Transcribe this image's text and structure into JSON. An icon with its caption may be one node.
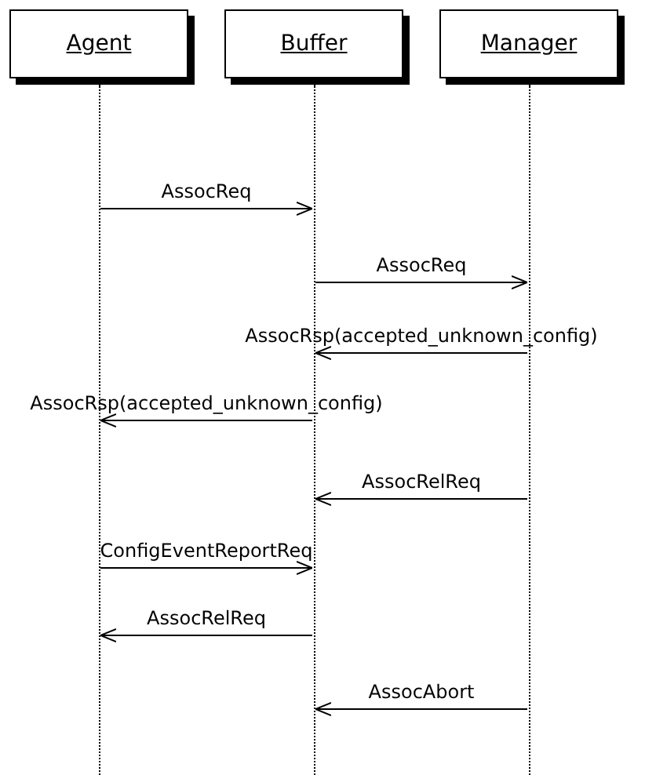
{
  "diagram": {
    "nodes": [
      {
        "text": [
          "Agent"
        ]
      },
      {
        "text": [
          "Buffer"
        ]
      },
      {
        "text": [
          "Manager"
        ]
      }
    ],
    "edges": [
      {
        "from": 0,
        "to": 1,
        "arrow": "to",
        "label": "AssocReq"
      },
      {
        "from": 1,
        "to": 2,
        "arrow": "to",
        "label": "AssocReq"
      },
      {
        "from": 2,
        "to": 1,
        "arrow": "to",
        "label": "AssocRsp(accepted_unknown_config)"
      },
      {
        "from": 1,
        "to": 0,
        "arrow": "to",
        "label": "AssocRsp(accepted_unknown_config)"
      },
      {
        "from": 2,
        "to": 1,
        "arrow": "to",
        "label": "AssocRelReq"
      },
      {
        "from": 0,
        "to": 1,
        "arrow": "to",
        "label": "ConfigEventReportReq"
      },
      {
        "from": 1,
        "to": 0,
        "arrow": "to",
        "label": "AssocRelReq"
      },
      {
        "from": 2,
        "to": 1,
        "arrow": "to",
        "label": "AssocAbort"
      }
    ]
  }
}
